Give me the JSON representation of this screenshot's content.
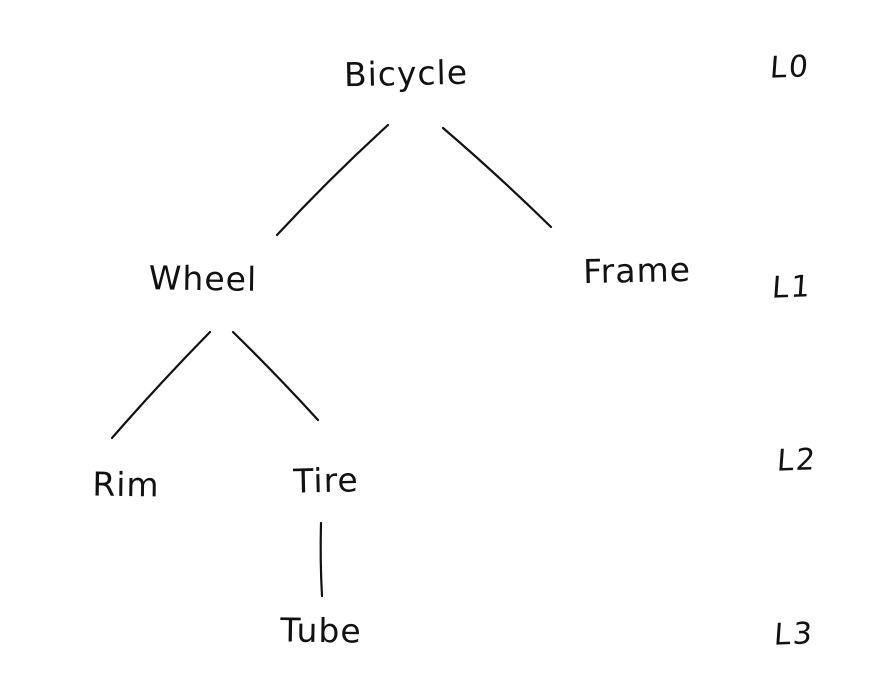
{
  "diagram": {
    "type": "tree",
    "style": "hand-drawn",
    "colors": {
      "ink": "#111111",
      "background": "#ffffff"
    },
    "nodes": {
      "bicycle": {
        "label": "Bicycle",
        "level": "L0"
      },
      "wheel": {
        "label": "Wheel",
        "level": "L1"
      },
      "frame": {
        "label": "Frame",
        "level": "L1"
      },
      "rim": {
        "label": "Rim",
        "level": "L2"
      },
      "tire": {
        "label": "Tire",
        "level": "L2"
      },
      "tube": {
        "label": "Tube",
        "level": "L3"
      }
    },
    "edges": [
      {
        "from": "Bicycle",
        "to": "Wheel"
      },
      {
        "from": "Bicycle",
        "to": "Frame"
      },
      {
        "from": "Wheel",
        "to": "Rim"
      },
      {
        "from": "Wheel",
        "to": "Tire"
      },
      {
        "from": "Tire",
        "to": "Tube"
      }
    ],
    "level_labels": {
      "l0": "L0",
      "l1": "L1",
      "l2": "L2",
      "l3": "L3"
    }
  }
}
